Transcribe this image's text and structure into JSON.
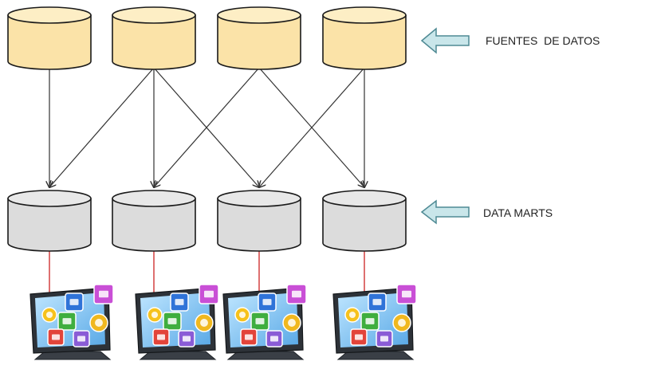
{
  "labels": {
    "sources": "FUENTES  DE DATOS",
    "data_marts": "DATA MARTS"
  },
  "colors": {
    "source_fill": "#fbe3a8",
    "source_top": "#fdeec5",
    "mart_fill": "#dcdcdc",
    "mart_top": "#e8e8e8",
    "cylinder_stroke": "#1a1a1a",
    "arrow_line": "#333333",
    "connector": "#cc2222",
    "callout_fill": "#c9e6ea",
    "callout_stroke": "#4f8a94"
  },
  "icons": {
    "source": "database-cylinder-icon",
    "data_mart": "database-cylinder-icon",
    "pointer": "left-arrow-icon",
    "workstation": "monitor-with-app-icons-icon"
  },
  "workstation_apps": [
    "clock-icon",
    "document-icon",
    "monitor-icon",
    "tools-icon",
    "settings-icon",
    "mail-icon",
    "network-icon"
  ],
  "sources": [
    {
      "id": "fuente-1"
    },
    {
      "id": "fuente-2"
    },
    {
      "id": "fuente-3"
    },
    {
      "id": "fuente-4"
    }
  ],
  "data_marts": [
    {
      "id": "mart-1"
    },
    {
      "id": "mart-2"
    },
    {
      "id": "mart-3"
    },
    {
      "id": "mart-4"
    }
  ],
  "flows": [
    {
      "from": 0,
      "to": 0
    },
    {
      "from": 1,
      "to": 0
    },
    {
      "from": 1,
      "to": 1
    },
    {
      "from": 1,
      "to": 2
    },
    {
      "from": 2,
      "to": 1
    },
    {
      "from": 2,
      "to": 3
    },
    {
      "from": 3,
      "to": 2
    },
    {
      "from": 3,
      "to": 3
    }
  ],
  "workstations": [
    {
      "mart": 0
    },
    {
      "mart": 1
    },
    {
      "mart": 2
    },
    {
      "mart": 3
    }
  ]
}
